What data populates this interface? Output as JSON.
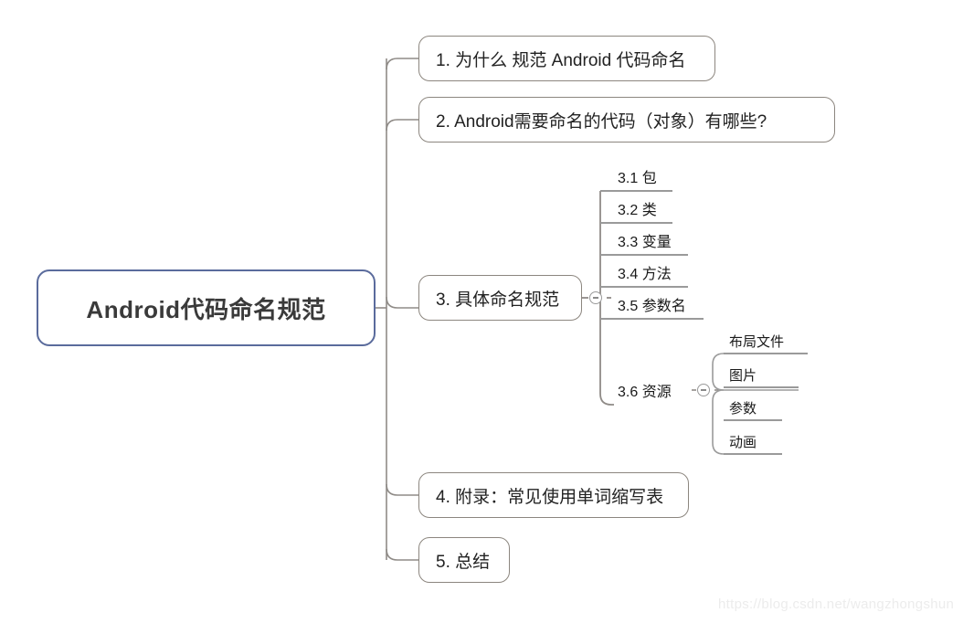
{
  "diagram": {
    "type": "mind-map",
    "title": "Android代码命名规范",
    "background": "#ffffff",
    "root_border_color": "#5a6b9c",
    "branch_border_color": "#8c867f",
    "connector_color": "#8a8a8a",
    "text_color": "#1a1a1a"
  },
  "root": {
    "label": "Android代码命名规范"
  },
  "branches": [
    {
      "label": "1. 为什么 规范 Android 代码命名"
    },
    {
      "label": "2. Android需要命名的代码（对象）有哪些?"
    },
    {
      "label": "3. 具体命名规范"
    },
    {
      "label": "4. 附录：常见使用单词缩写表"
    },
    {
      "label": "5. 总结"
    }
  ],
  "sub_items": [
    {
      "label": "3.1 包"
    },
    {
      "label": "3.2 类"
    },
    {
      "label": "3.3 变量"
    },
    {
      "label": "3.4 方法"
    },
    {
      "label": "3.5 参数名"
    },
    {
      "label": "3.6 资源"
    }
  ],
  "resource_items": [
    {
      "label": "布局文件"
    },
    {
      "label": "图片"
    },
    {
      "label": "参数"
    },
    {
      "label": "动画"
    }
  ],
  "toggles": [
    {
      "name": "collapse-toggle-specific-naming",
      "state": "expanded",
      "glyph": "minus"
    },
    {
      "name": "collapse-toggle-resources",
      "state": "expanded",
      "glyph": "minus"
    }
  ],
  "watermark": {
    "text": "https://blog.csdn.net/wangzhongshun"
  }
}
